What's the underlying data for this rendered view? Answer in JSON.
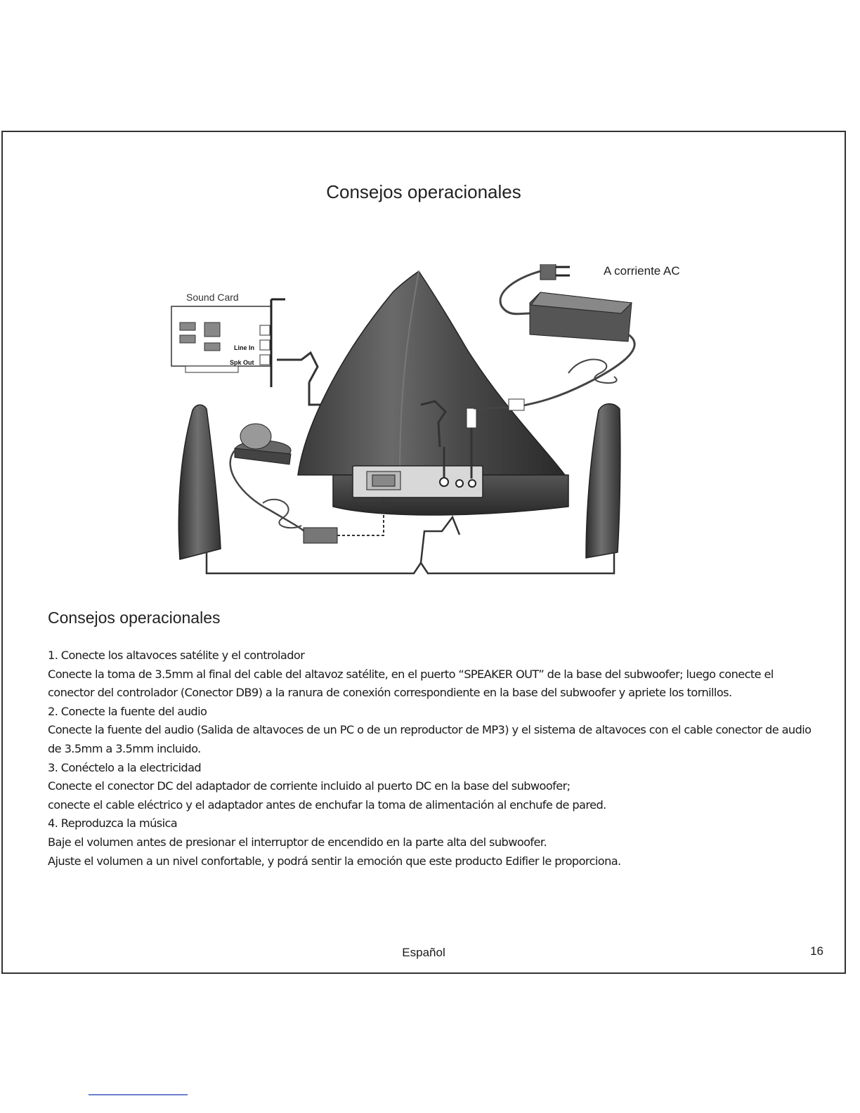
{
  "page": {
    "title": "Consejos operacionales",
    "section_title": "Consejos operacionales",
    "footer_language": "Español",
    "page_number": "16"
  },
  "diagram": {
    "sound_card_label": "Sound Card",
    "line_in_label": "Line In",
    "spk_out_label": "Spk Out",
    "ac_label": "A corriente AC",
    "icons": [
      "sound-card-icon",
      "ac-plug-icon",
      "power-adapter-icon",
      "subwoofer-icon",
      "satellite-speaker-icon",
      "volume-controller-icon",
      "db9-connector-icon"
    ]
  },
  "instructions": [
    "1. Conecte los altavoces satélite y el controlador",
    "Conecte la toma de 3.5mm al final del cable del altavoz satélite, en el puerto “SPEAKER OUT” de la base del subwoofer; luego conecte el conector del controlador (Conector DB9) a la ranura de conexión correspondiente en la base del subwoofer y apriete los tornillos.",
    "2. Conecte la fuente del audio",
    "Conecte la fuente del audio (Salida de altavoces de un PC o de un reproductor de MP3) y el sistema de altavoces con el cable conector de audio de 3.5mm a 3.5mm incluido.",
    "3. Conéctelo a la electricidad",
    "Conecte el conector DC del adaptador de corriente incluido al puerto DC en la base del subwoofer;",
    "conecte el cable eléctrico y el adaptador antes de enchufar la toma de alimentación  al enchufe de pared.",
    "4. Reproduzca la música",
    "Baje el volumen antes de presionar el interruptor de encendido en la parte alta del subwoofer.",
    "Ajuste el volumen a un nivel confortable, y podrá sentir la emoción que este producto Edifier le proporciona."
  ]
}
